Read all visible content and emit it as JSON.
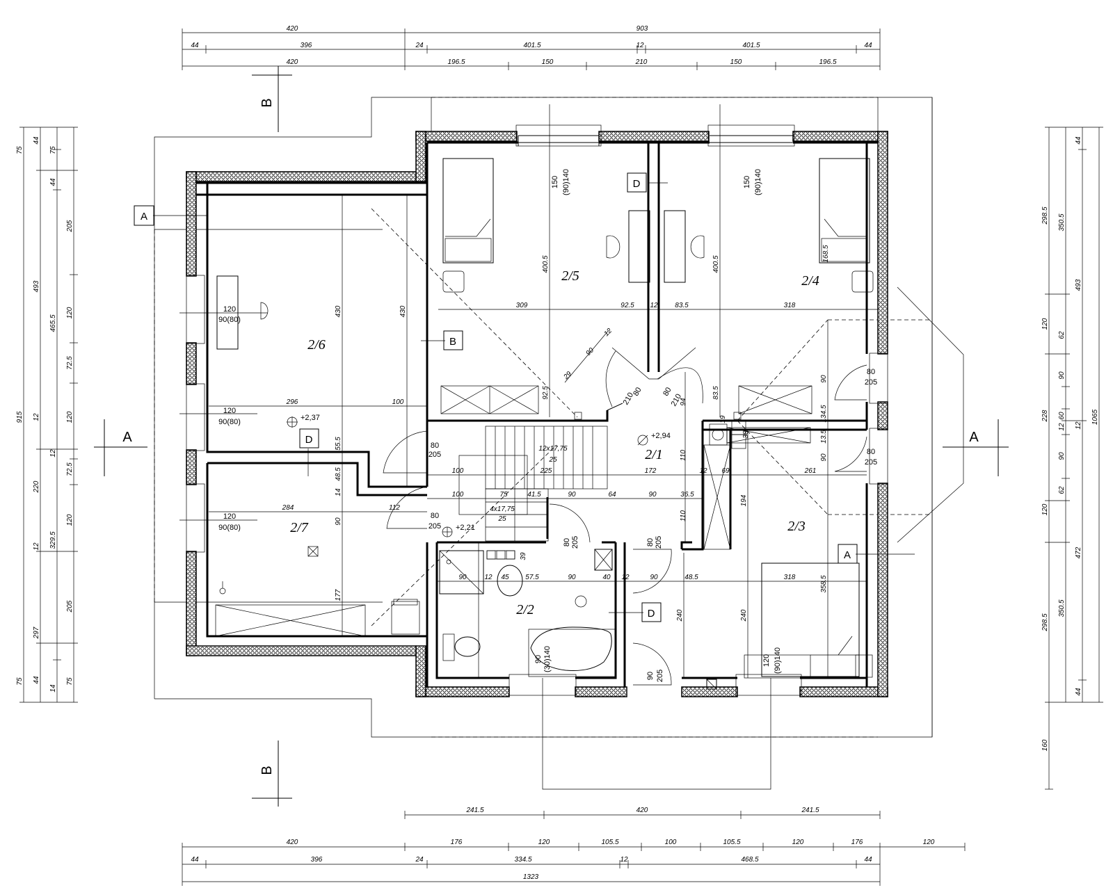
{
  "top_dims": {
    "row1": [
      "420",
      "903"
    ],
    "row2": [
      "44",
      "396",
      "24",
      "401.5",
      "12",
      "401.5",
      "44"
    ],
    "row3": [
      "420",
      "196.5",
      "150",
      "210",
      "150",
      "196.5"
    ]
  },
  "bottom_dims": {
    "row0": [
      "241.5",
      "420",
      "241.5"
    ],
    "row1": [
      "420",
      "176",
      "120",
      "105.5",
      "100",
      "105.5",
      "120",
      "176",
      "120"
    ],
    "row2": [
      "44",
      "396",
      "24",
      "334.5",
      "12",
      "468.5",
      "44"
    ],
    "row3": [
      "1323"
    ]
  },
  "left_dims": {
    "col1": [
      "915"
    ],
    "col2": [
      "75",
      "493",
      "220",
      "297",
      "75"
    ],
    "col3": [
      "44",
      "12",
      "465.5",
      "12",
      "329.5",
      "44"
    ],
    "col4": [
      "75",
      "205",
      "120",
      "72.5",
      "120",
      "72.5",
      "120",
      "205",
      "75"
    ],
    "col5": [
      "44",
      "12",
      "14"
    ]
  },
  "right_dims": {
    "col1": [
      "298.5",
      "120",
      "228",
      "120",
      "298.5",
      "160"
    ],
    "col2": [
      "350.5",
      "62",
      "90",
      "60",
      "12",
      "90",
      "62",
      "350.5"
    ],
    "col3": [
      "44",
      "493",
      "12",
      "472",
      "44"
    ],
    "col4": [
      "1065"
    ]
  },
  "rooms": {
    "r21": "2/1",
    "r22": "2/2",
    "r23": "2/3",
    "r24": "2/4",
    "r25": "2/5",
    "r26": "2/6",
    "r27": "2/7"
  },
  "markers": {
    "a": "A",
    "b": "B",
    "d": "D"
  },
  "sections": {
    "a": "A",
    "b": "B"
  },
  "levels": {
    "l1": "+2,37",
    "l2": "+2,94",
    "l3": "+2,21"
  },
  "inner_dims": {
    "w1": "309",
    "w2": "92.5",
    "w3": "12",
    "w4": "83.5",
    "w5": "318",
    "h1": "400.5",
    "h2": "400.5",
    "h3": "430",
    "h4": "430",
    "w6": "296",
    "w7": "100",
    "w8": "284",
    "w9": "112",
    "w10": "100",
    "w11": "225",
    "w12": "172",
    "w13": "261",
    "w14": "100",
    "w15": "75",
    "w16": "41.5",
    "w17": "90",
    "w18": "64",
    "w19": "90",
    "w20": "36.5",
    "w21": "90",
    "w22": "12",
    "w23": "45",
    "w24": "57.5",
    "w25": "90",
    "w26": "40",
    "w27": "12",
    "w28": "90",
    "w29": "48.5",
    "w30": "318",
    "h5": "55.5",
    "h6": "48.5",
    "h7": "14",
    "h8": "90",
    "h9": "177",
    "h10": "110",
    "h11": "110",
    "h12": "194",
    "h13": "240",
    "h14": "240",
    "h15": "358.5",
    "h16": "92.5",
    "h17": "83.5",
    "h18": "90",
    "h19": "134.5",
    "h20": "90",
    "h21": "13.5",
    "stairs1": "12x17,75",
    "stairs1b": "25",
    "stairs2": "4x17,75",
    "stairs2b": "25",
    "diag1": "12",
    "diag2": "90",
    "diag3": "29",
    "win1a": "120",
    "win1b": "90(80)",
    "win2a": "120",
    "win2b": "90(80)",
    "win3a": "120",
    "win3b": "90(80)",
    "win4a": "150",
    "win4b": "(90)140",
    "win5a": "150",
    "win5b": "(90)140",
    "win6a": "120",
    "win6b": "(90)140",
    "win7a": "90",
    "win7b": "(30)140",
    "d1a": "80",
    "d1b": "205",
    "d2a": "80",
    "d2b": "205",
    "d3a": "80",
    "d3b": "205",
    "d4a": "80",
    "d4b": "205",
    "d5a": "80",
    "d5b": "205",
    "d6a": "80",
    "d6b": "205",
    "d7a": "90",
    "d7b": "205",
    "d8a": "80",
    "d8b": "210",
    "d9a": "80",
    "d9b": "210",
    "bed1": "168.5",
    "d10": "94",
    "v1": "69",
    "v2": "38",
    "v3": "19",
    "v4": "12",
    "v5": "39"
  }
}
